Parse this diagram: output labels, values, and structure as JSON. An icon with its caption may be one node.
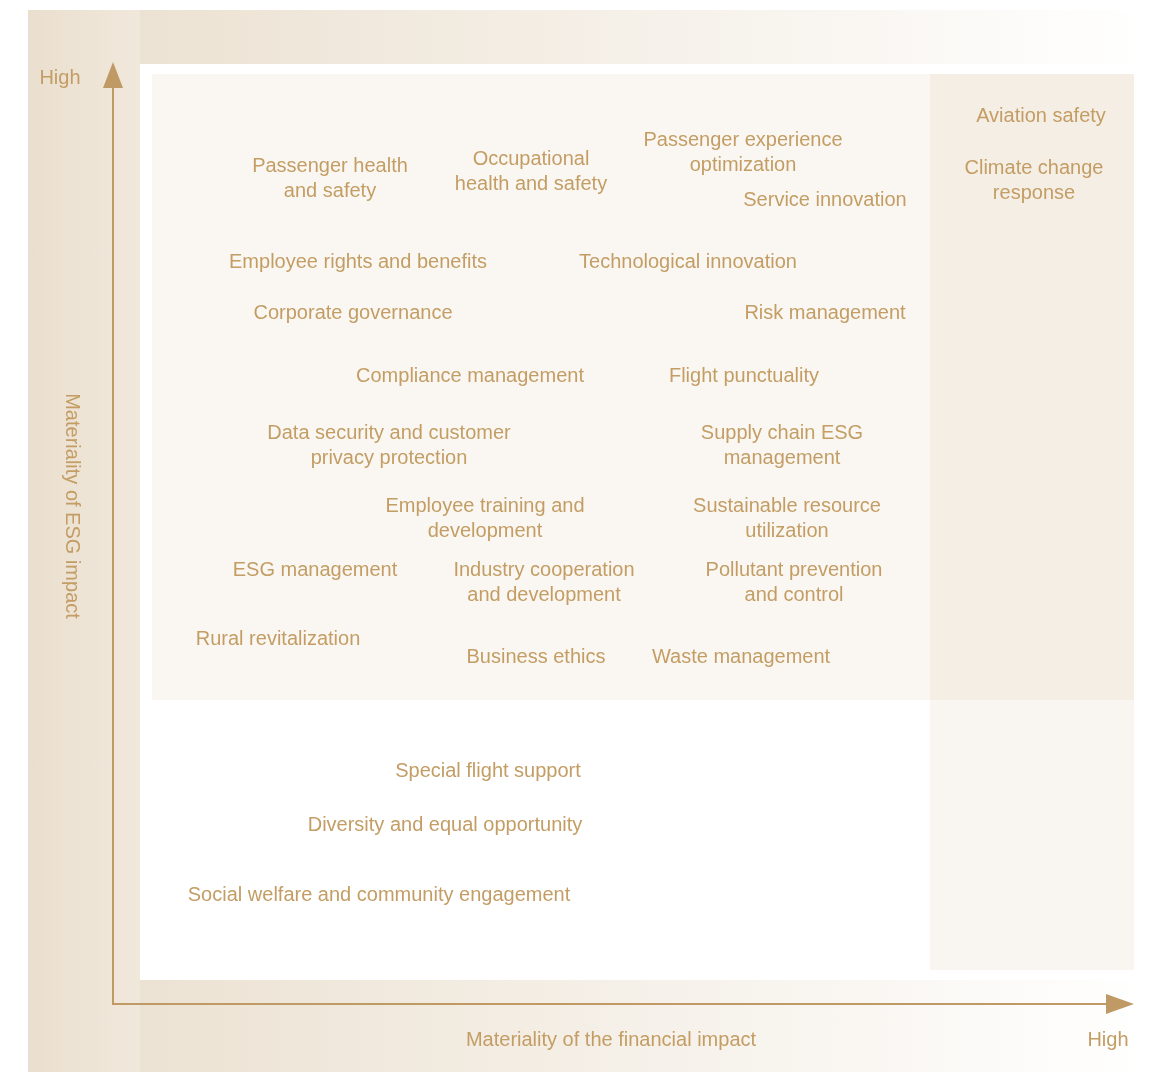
{
  "diagram": {
    "labels": [
      "High",
      "Passenger health and safety",
      "Occupational health and safety",
      "Passenger experience optimization",
      "Aviation safety",
      "Climate change response",
      "Service innovation",
      "Employee rights and benefits",
      "Technological innovation",
      "Corporate governance",
      "Risk management",
      "Materiality of ESG impact",
      "Compliance management",
      "Flight punctuality",
      "Data security and customer privacy protection",
      "Supply chain ESG management",
      "Employee training and development",
      "Sustainable resource utilization",
      "ESG management",
      "Industry cooperation and development",
      "Pollutant prevention and control",
      "Rural revitalization",
      "Business ethics",
      "Waste management",
      "Special flight support",
      "Diversity and equal opportunity",
      "Social welfare and community engagement",
      "Materiality of the financial impact",
      "High"
    ]
  }
}
